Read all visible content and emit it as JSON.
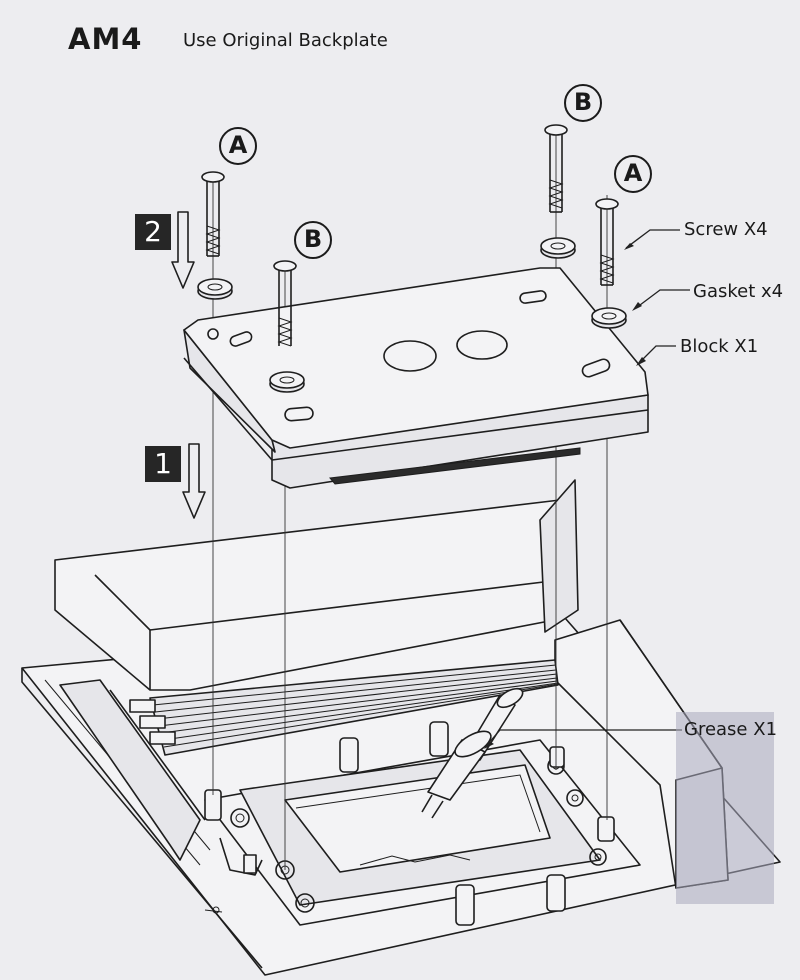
{
  "header": {
    "title": "AM4",
    "subtitle": "Use Original Backplate"
  },
  "steps": [
    "2",
    "1"
  ],
  "markers": {
    "a_left": "A",
    "a_right": "A",
    "b_left": "B",
    "b_right": "B"
  },
  "labels": {
    "screw": "Screw X4",
    "gasket": "Gasket x4",
    "block": "Block X1",
    "grease": "Grease X1"
  },
  "colors": {
    "background": "#ededf0",
    "line": "#1e1e1e",
    "step_box": "#262626",
    "highlight": "#a9a9bd"
  }
}
